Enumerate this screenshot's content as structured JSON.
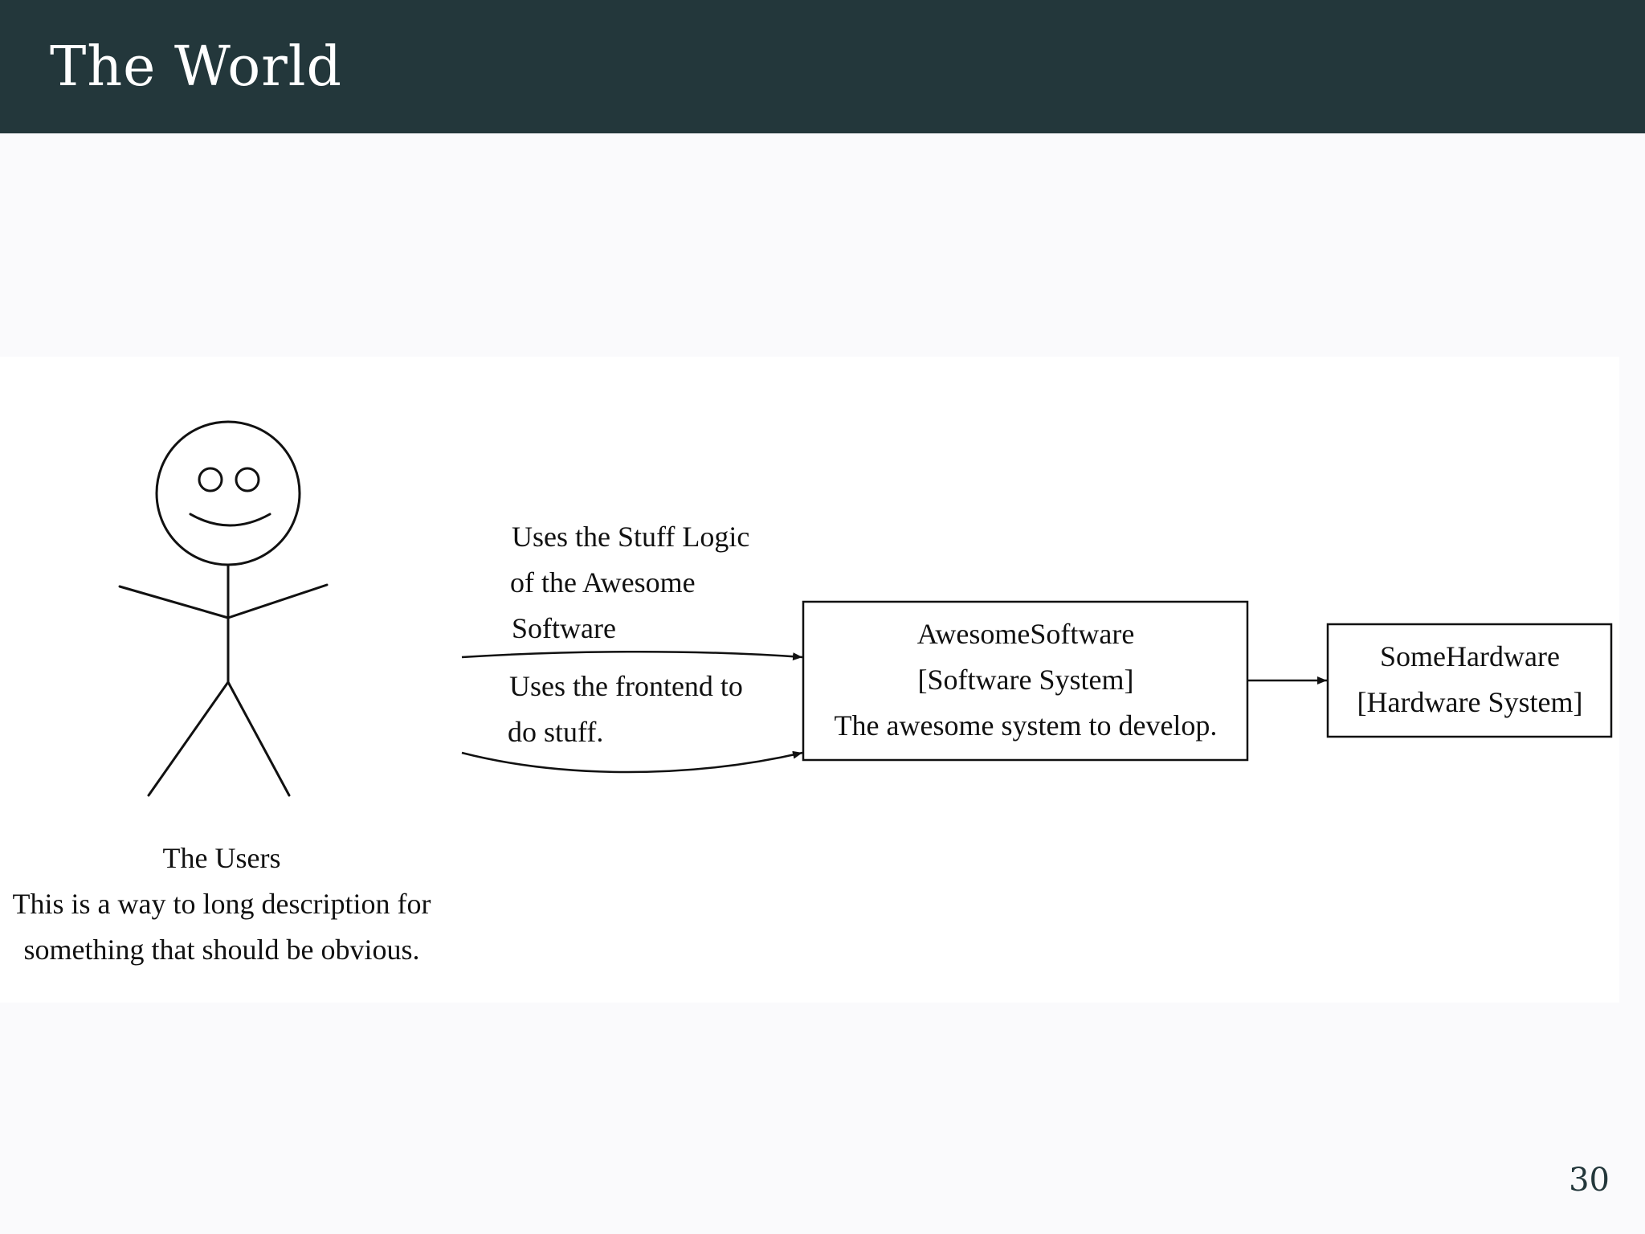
{
  "slide": {
    "title": "The World",
    "page_number": "30"
  },
  "diagram": {
    "actor": {
      "label": "The Users",
      "description_line1": "This is a way to long description for",
      "description_line2": "something that should be obvious."
    },
    "edges": [
      {
        "label_line1": "Uses the Stuff Logic",
        "label_line2": "of the Awesome",
        "label_line3": "Software"
      },
      {
        "label_line1": "Uses the frontend to",
        "label_line2": "do stuff."
      }
    ],
    "software_system": {
      "name": "AwesomeSoftware",
      "type": "[Software System]",
      "description": "The awesome system to develop."
    },
    "hardware_system": {
      "name": "SomeHardware",
      "type": "[Hardware System]"
    },
    "colors": {
      "header_background": "#23373b",
      "line": "#111111"
    }
  }
}
